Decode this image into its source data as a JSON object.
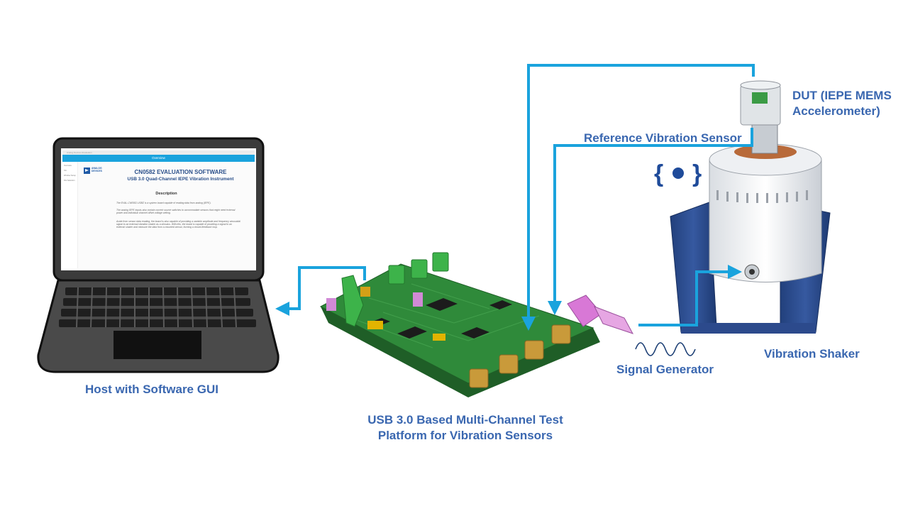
{
  "labels": {
    "dut_line1": "DUT (IEPE MEMS",
    "dut_line2": "Accelerometer)",
    "reference_sensor": "Reference Vibration Sensor",
    "host": "Host with Software GUI",
    "platform_line1": "USB 3.0 Based Multi-Channel Test",
    "platform_line2": "Platform for Vibration Sensors",
    "signal_generator": "Signal Generator",
    "vibration_shaker": "Vibration Shaker"
  },
  "software_screen": {
    "top_bar": "Analog Devices Evaluation",
    "header": "Overview",
    "sidebar_items": [
      "Overview",
      "SG",
      "Window Setup",
      "File Selection"
    ],
    "logo_line1": "ANALOG",
    "logo_line2": "DEVICES",
    "title": "CN0582 EVALUATION SOFTWARE",
    "subtitle": "USB 3.0 Quad-Channel IEPE Vibration Instrument",
    "description_heading": "Description",
    "paragraphs": [
      "The EVAL-CN0582-USBZ is a system board capable of reading data from analog (IEPE).",
      "The analog IEPE inputs also contain current source switches to accommodate sensors that might need external power and individual channel offset voltage setting.",
      "Aside from sensor data reading, the board is also capable of providing a variable amplitude and frequency sinusoidal signal to an external vibration shaker as a stimulus. With this, the board is capable of providing a signal to an external shaker and measure the data from a mounted sensor, forming a closed-feedback loop."
    ]
  },
  "colors": {
    "connector": "#1aa3dd",
    "label_text": "#3a67b0",
    "pcb_green": "#2f8a3a",
    "shaker_blue": "#2c4a8c",
    "laptop_body": "#3b3b3b"
  }
}
